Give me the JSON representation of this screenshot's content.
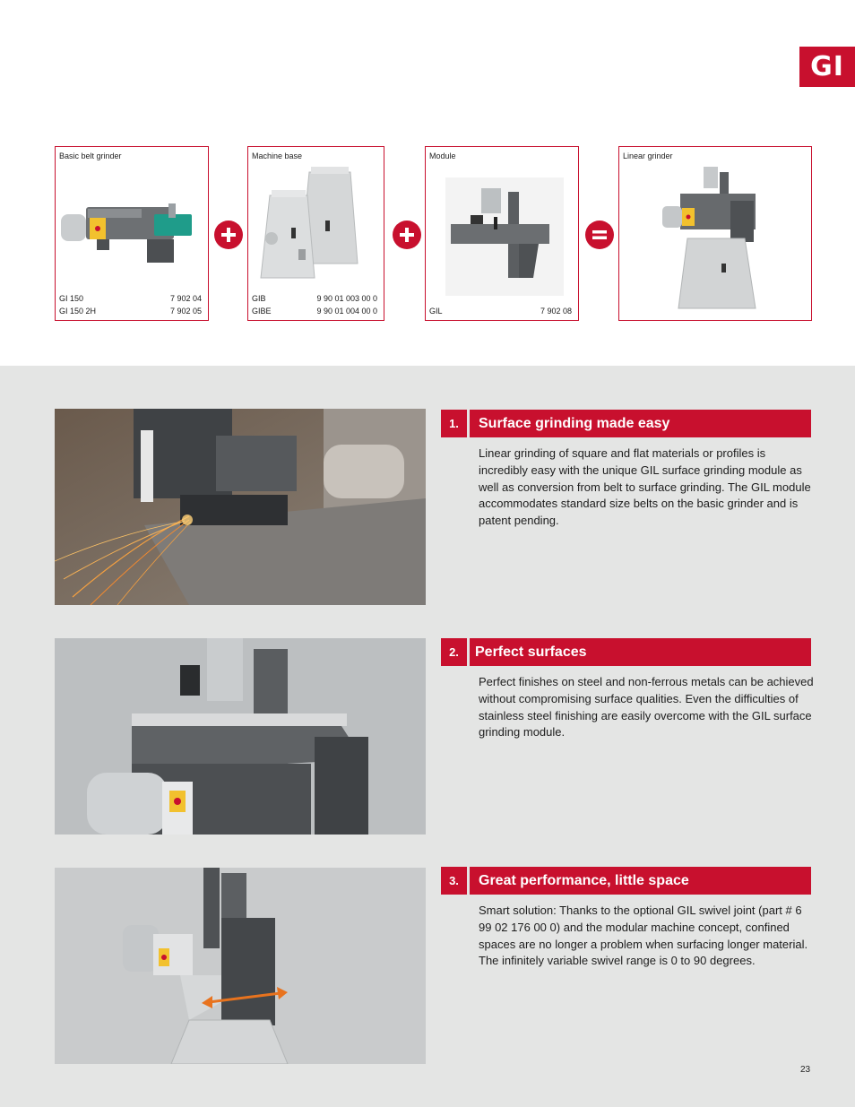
{
  "tab": {
    "label": "GI"
  },
  "modules": [
    {
      "label": "Basic belt grinder",
      "codes": [
        {
          "name": "GI 150",
          "number": "7 902 04"
        },
        {
          "name": "GI 150 2H",
          "number": "7 902 05"
        }
      ]
    },
    {
      "label": "Machine base",
      "codes": [
        {
          "name": "GIB",
          "number": "9 90 01 003 00 0"
        },
        {
          "name": "GIBE",
          "number": "9 90 01 004 00 0"
        }
      ]
    },
    {
      "label": "Module",
      "codes": [
        {
          "name": "GIL",
          "number": "7 902 08"
        }
      ]
    },
    {
      "label": "Linear grinder",
      "codes": []
    }
  ],
  "operators": {
    "plus": "+",
    "equals": "="
  },
  "sections": [
    {
      "number": "1.",
      "title": "Surface grinding made easy",
      "text": "Linear grinding of square and flat materials or profiles is incredibly easy with the unique GIL surface grinding module as well as conversion from belt to surface grinding. The GIL module accommodates standard size belts on the basic grinder and is patent pending."
    },
    {
      "number": "2.",
      "title": "Perfect surfaces",
      "text": "Perfect finishes on steel and non-ferrous metals can be achieved without compromising surface qualities. Even the difficulties of stainless steel finishing are easily overcome with the GIL surface grinding module."
    },
    {
      "number": "3.",
      "title": "Great performance, little space",
      "text": "Smart solution: Thanks to the optional GIL swivel joint (part # 6 99 02 176 00 0) and the modular machine concept, confined spaces are no longer a problem when surfacing longer material. The infinitely variable swivel range is 0 to 90 degrees."
    }
  ],
  "page": {
    "number": "23"
  },
  "colors": {
    "accent": "#c8102e",
    "band": "#e4e5e4"
  }
}
